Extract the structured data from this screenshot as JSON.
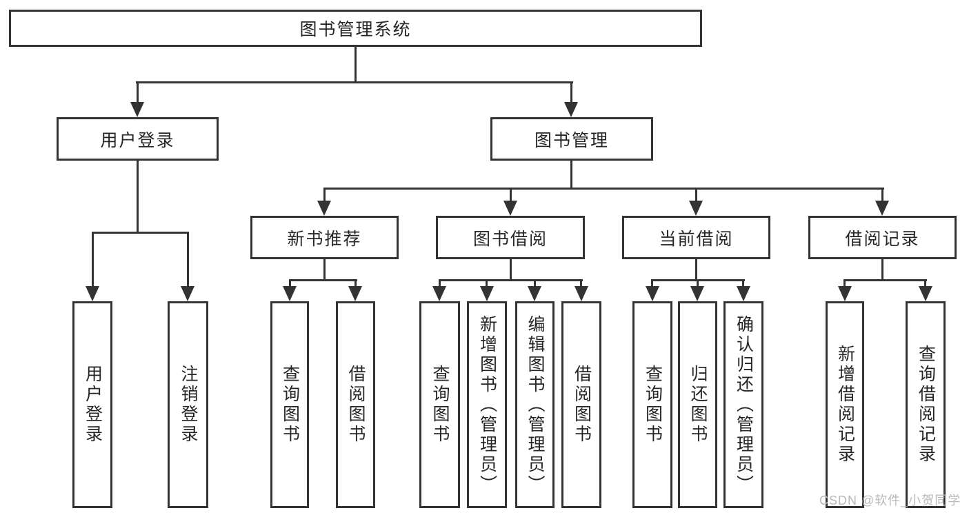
{
  "diagram": {
    "root": {
      "label": "图书管理系统"
    },
    "user_login": {
      "label": "用户登录",
      "children": [
        "用户登录",
        "注销登录"
      ]
    },
    "book_mgmt": {
      "label": "图书管理",
      "sections": {
        "new_book": {
          "label": "新书推荐",
          "children": [
            "查询图书",
            "借阅图书"
          ]
        },
        "book_borrow": {
          "label": "图书借阅",
          "children": [
            "查询图书",
            "新增图书（管理员）",
            "编辑图书（管理员）",
            "借阅图书"
          ]
        },
        "current_borrow": {
          "label": "当前借阅",
          "children": [
            "查询图书",
            "归还图书",
            "确认归还（管理员）"
          ]
        },
        "borrow_records": {
          "label": "借阅记录",
          "children": [
            "新增借阅记录",
            "查询借阅记录"
          ]
        }
      }
    },
    "watermark": "CSDN @软件_小贺同学",
    "colors": {
      "line": "#333333",
      "text": "#262626",
      "watermark": "#b9b9b9",
      "background": "#ffffff"
    }
  }
}
